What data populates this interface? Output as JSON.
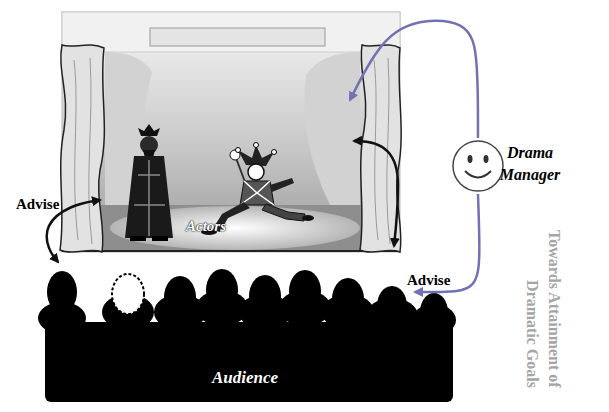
{
  "diagram": {
    "nodes": [
      {
        "text": [
          "Actors"
        ]
      },
      {
        "text": [
          "Drama Manager"
        ]
      },
      {
        "text": [
          "Audience"
        ]
      }
    ],
    "edges": [
      {
        "from": 1,
        "to": 0,
        "arrow": "to"
      },
      {
        "from": 0,
        "to": 2,
        "arrow": "both",
        "label": "Advise"
      },
      {
        "from": 1,
        "to": 2,
        "arrow": "to",
        "label": "Advise"
      }
    ],
    "labels": [
      "Towards Attainment of Dramatic Goals"
    ]
  }
}
